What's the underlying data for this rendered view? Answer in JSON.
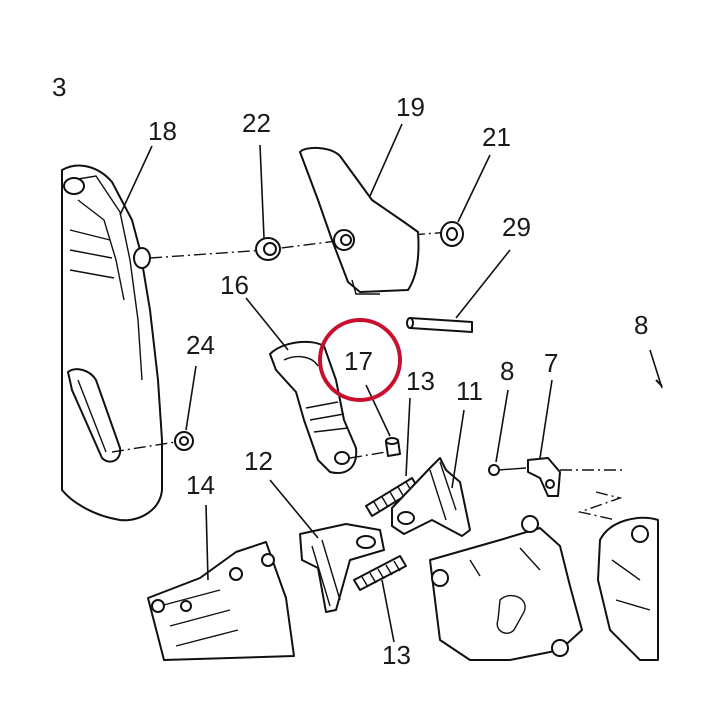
{
  "colors": {
    "highlight": "#c8102e",
    "ink": "#111111",
    "background": "#ffffff"
  },
  "labels": {
    "l3": "3",
    "l18": "18",
    "l22": "22",
    "l19": "19",
    "l21": "21",
    "l29": "29",
    "l16": "16",
    "l17": "17",
    "l24": "24",
    "l13a": "13",
    "l11": "11",
    "l8a": "8",
    "l7": "7",
    "l8b": "8",
    "l12": "12",
    "l14": "14",
    "l13b": "13"
  }
}
